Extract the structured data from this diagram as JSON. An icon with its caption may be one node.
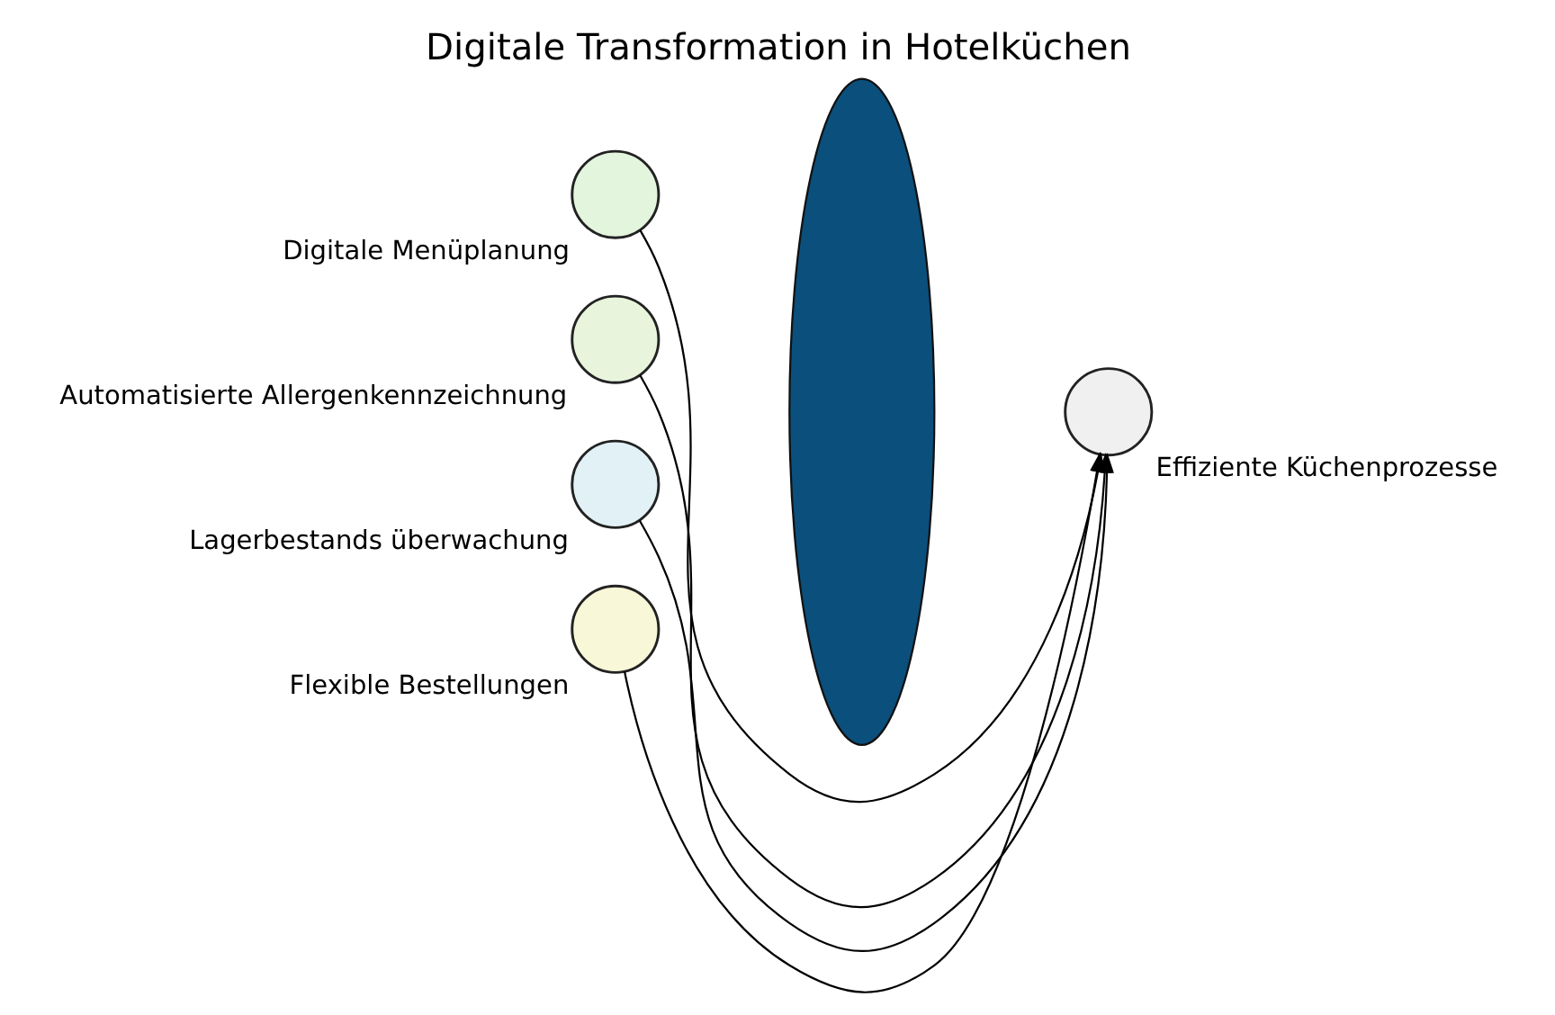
{
  "diagram": {
    "title": "Digitale Transformation in Hotelküchen",
    "nodes": [
      {
        "text": [],
        "shape": "circle",
        "beside": [
          "Digitale Menüplanung"
        ]
      },
      {
        "text": [],
        "shape": "circle",
        "beside": [
          "Automatisierte Allergenkennzeichnung"
        ]
      },
      {
        "text": [],
        "shape": "circle",
        "beside": [
          "Lagerbestands überwachung"
        ]
      },
      {
        "text": [],
        "shape": "circle",
        "beside": [
          "Flexible Bestellungen"
        ]
      },
      {
        "text": [],
        "shape": "lens"
      },
      {
        "text": [],
        "shape": "circle",
        "beside": [
          "Effiziente Küchenprozesse"
        ]
      }
    ],
    "edges": [
      {
        "from": 0,
        "to": 5,
        "arrow": "to"
      },
      {
        "from": 1,
        "to": 5,
        "arrow": "to"
      },
      {
        "from": 2,
        "to": 5,
        "arrow": "to"
      },
      {
        "from": 3,
        "to": 5,
        "arrow": "to"
      }
    ]
  }
}
